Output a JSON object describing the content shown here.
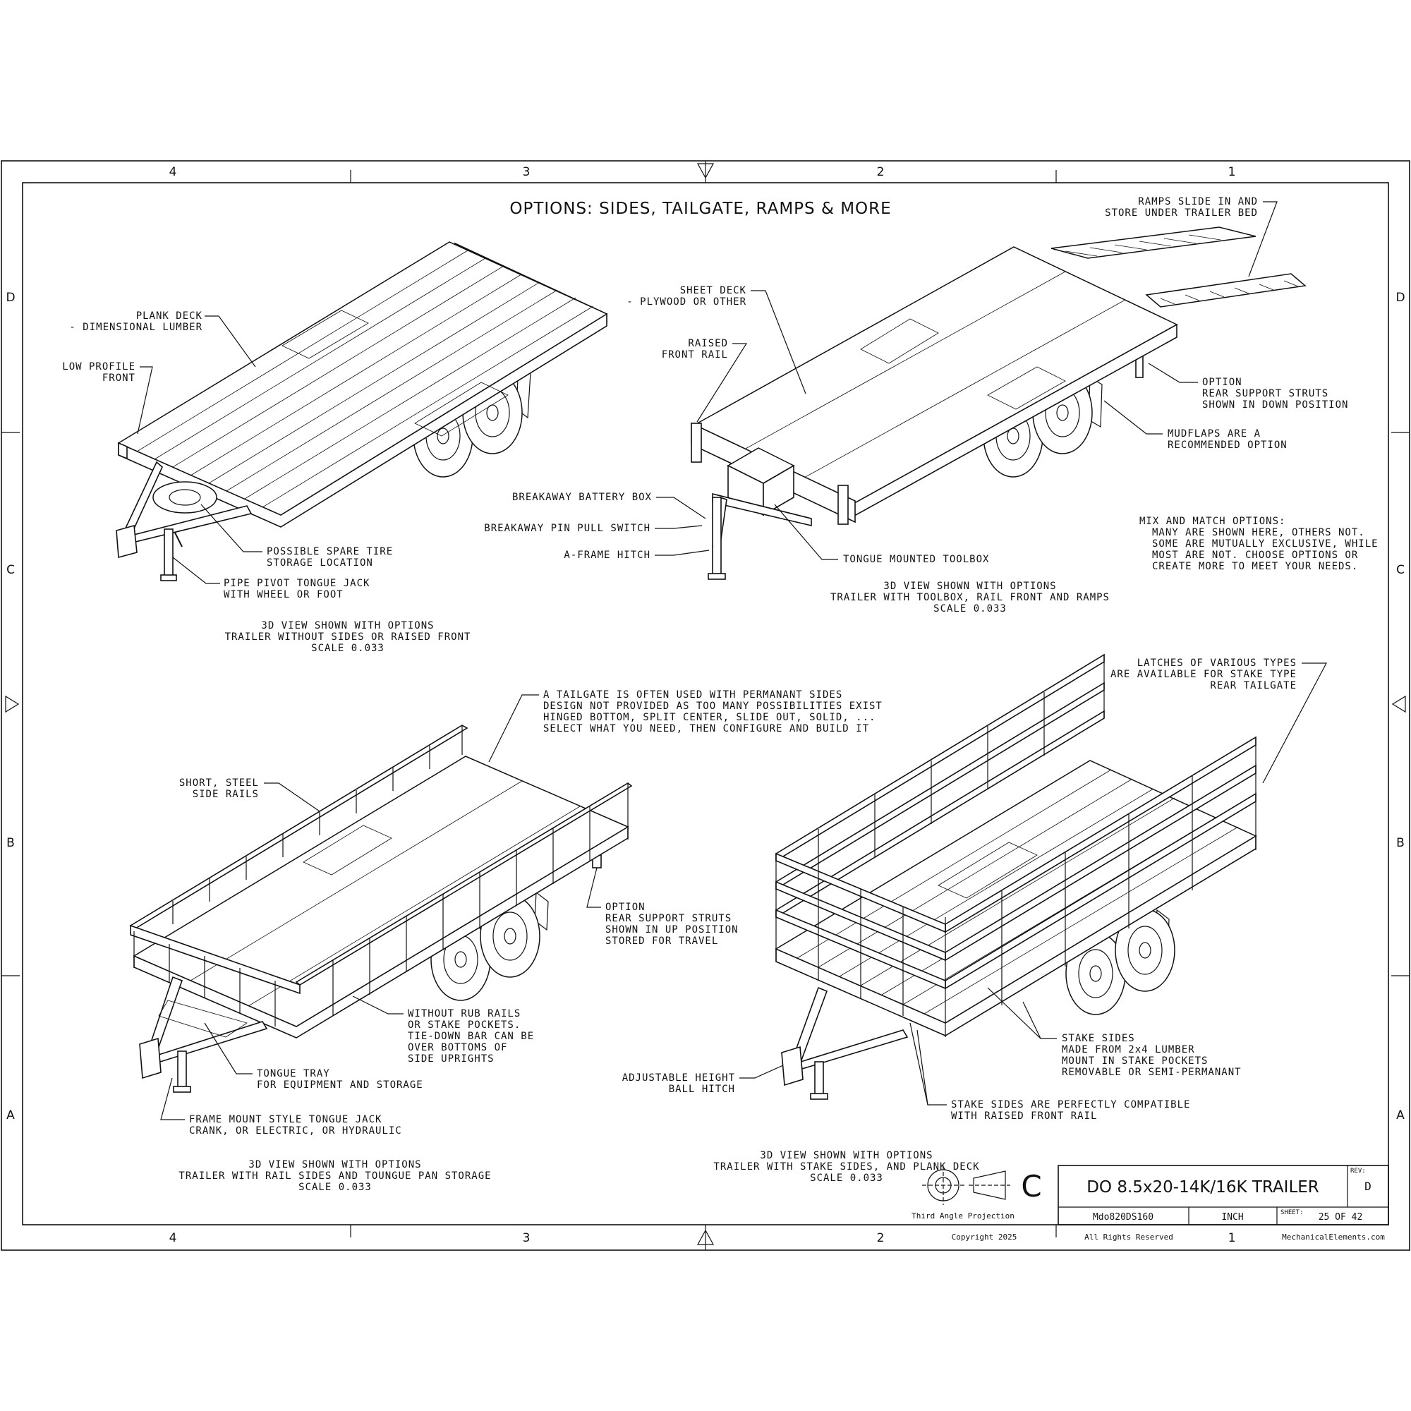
{
  "title": "OPTIONS:  SIDES, TAILGATE, RAMPS & MORE",
  "zones": {
    "columns": [
      "4",
      "3",
      "2",
      "1"
    ],
    "rows": [
      "D",
      "C",
      "B",
      "A"
    ]
  },
  "view1": {
    "caption": [
      "3D VIEW SHOWN WITH OPTIONS",
      "TRAILER WITHOUT SIDES OR RAISED FRONT",
      "SCALE  0.033"
    ],
    "callouts": {
      "plank_deck": [
        "PLANK DECK",
        "- DIMENSIONAL LUMBER"
      ],
      "low_profile": [
        "LOW PROFILE",
        "FRONT"
      ],
      "spare_tire": [
        "POSSIBLE SPARE TIRE",
        "STORAGE LOCATION"
      ],
      "pipe_jack": [
        "PIPE PIVOT TONGUE JACK",
        "WITH WHEEL OR FOOT"
      ]
    }
  },
  "view2": {
    "caption": [
      "3D VIEW SHOWN WITH OPTIONS",
      "TRAILER WITH TOOLBOX, RAIL FRONT AND RAMPS",
      "SCALE  0.033"
    ],
    "callouts": {
      "ramps": [
        "RAMPS SLIDE IN AND",
        "STORE UNDER TRAILER BED"
      ],
      "sheet_deck": [
        "SHEET DECK",
        "- PLYWOOD OR OTHER"
      ],
      "raised_front": [
        "RAISED",
        "FRONT RAIL"
      ],
      "rear_struts": [
        "OPTION",
        "REAR SUPPORT STRUTS",
        "SHOWN IN DOWN POSITION"
      ],
      "mudflaps": [
        "MUDFLAPS ARE A",
        "RECOMMENDED OPTION"
      ],
      "battery_box": "BREAKAWAY BATTERY BOX",
      "pin_switch": "BREAKAWAY PIN PULL SWITCH",
      "a_frame": "A-FRAME HITCH",
      "toolbox": "TONGUE MOUNTED TOOLBOX"
    }
  },
  "mix_match": [
    "MIX AND MATCH OPTIONS:",
    "MANY ARE SHOWN HERE, OTHERS NOT.",
    "SOME ARE MUTUALLY EXCLUSIVE, WHILE",
    "MOST ARE NOT. CHOOSE OPTIONS OR",
    "CREATE MORE TO MEET YOUR NEEDS."
  ],
  "view3": {
    "caption": [
      "3D VIEW SHOWN WITH OPTIONS",
      "TRAILER WITH RAIL SIDES AND TOUNGUE PAN STORAGE",
      "SCALE  0.033"
    ],
    "callouts": {
      "tailgate": [
        "A TAILGATE IS OFTEN USED WITH PERMANANT SIDES",
        "DESIGN NOT PROVIDED AS TOO MANY POSSIBILITIES EXIST",
        "HINGED BOTTOM, SPLIT CENTER, SLIDE OUT, SOLID, ...",
        "SELECT WHAT YOU NEED, THEN CONFIGURE AND BUILD IT"
      ],
      "side_rails": [
        "SHORT, STEEL",
        "SIDE RAILS"
      ],
      "struts_up": [
        "OPTION",
        "REAR SUPPORT STRUTS",
        "SHOWN IN UP POSITION",
        "STORED FOR TRAVEL"
      ],
      "rub_rails": [
        "WITHOUT RUB RAILS",
        "OR STAKE POCKETS.",
        "TIE-DOWN BAR CAN BE",
        "OVER BOTTOMS OF",
        "SIDE UPRIGHTS"
      ],
      "tongue_tray": [
        "TONGUE TRAY",
        "FOR EQUIPMENT AND STORAGE"
      ],
      "frame_jack": [
        "FRAME MOUNT STYLE TONGUE JACK",
        "CRANK, OR ELECTRIC, OR HYDRAULIC"
      ]
    }
  },
  "view4": {
    "caption": [
      "3D VIEW SHOWN WITH OPTIONS",
      "TRAILER WITH STAKE SIDES, AND PLANK DECK",
      "SCALE  0.033"
    ],
    "callouts": {
      "latches": [
        "LATCHES OF VARIOUS TYPES",
        "ARE AVAILABLE FOR STAKE TYPE",
        "REAR TAILGATE"
      ],
      "stake_sides": [
        "STAKE SIDES",
        "MADE FROM 2x4 LUMBER",
        "MOUNT IN STAKE POCKETS",
        "REMOVABLE OR SEMI-PERMANANT"
      ],
      "ball_hitch": [
        "ADJUSTABLE HEIGHT",
        "BALL HITCH"
      ],
      "compatible": [
        "STAKE SIDES ARE PERFECTLY COMPATIBLE",
        "WITH RAISED FRONT RAIL"
      ]
    }
  },
  "title_block": {
    "projection_letter": "C",
    "projection_label": "Third Angle Projection",
    "drawing_title": "DO  8.5x20-14K/16K  TRAILER",
    "rev_label": "REV:",
    "rev": "D",
    "part_number": "Mdo820DS160",
    "units": "INCH",
    "sheet_label": "SHEET:",
    "sheet": "25  OF  42",
    "copyright": "Copyright 2025",
    "rights": "All Rights Reserved",
    "website": "MechanicalElements.com"
  }
}
